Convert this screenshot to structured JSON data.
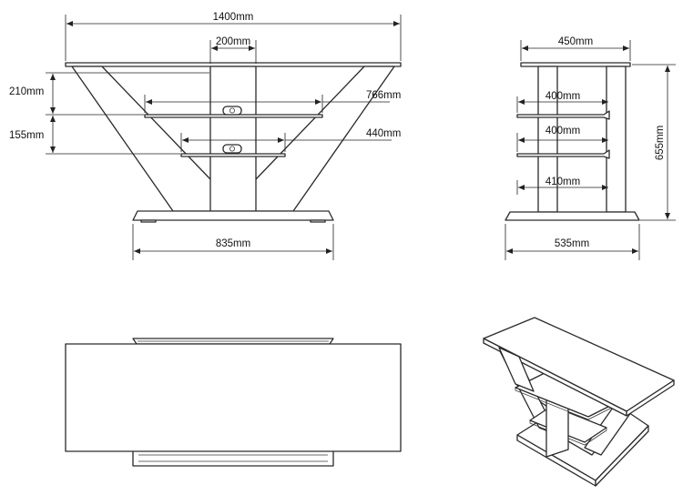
{
  "front_view": {
    "width_total": "1400mm",
    "upright_width": "200mm",
    "shelf_gap_top": "210mm",
    "shelf_gap_bottom": "155mm",
    "upper_shelf_width": "766mm",
    "lower_shelf_width": "440mm",
    "base_width": "835mm"
  },
  "side_view": {
    "top_depth": "450mm",
    "upper_shelf_depth": "400mm",
    "lower_shelf_depth": "400mm",
    "bottom_depth": "410mm",
    "height": "655mm",
    "base_depth": "535mm"
  },
  "colors": {
    "line": "#2a2a2a",
    "background": "#ffffff"
  }
}
